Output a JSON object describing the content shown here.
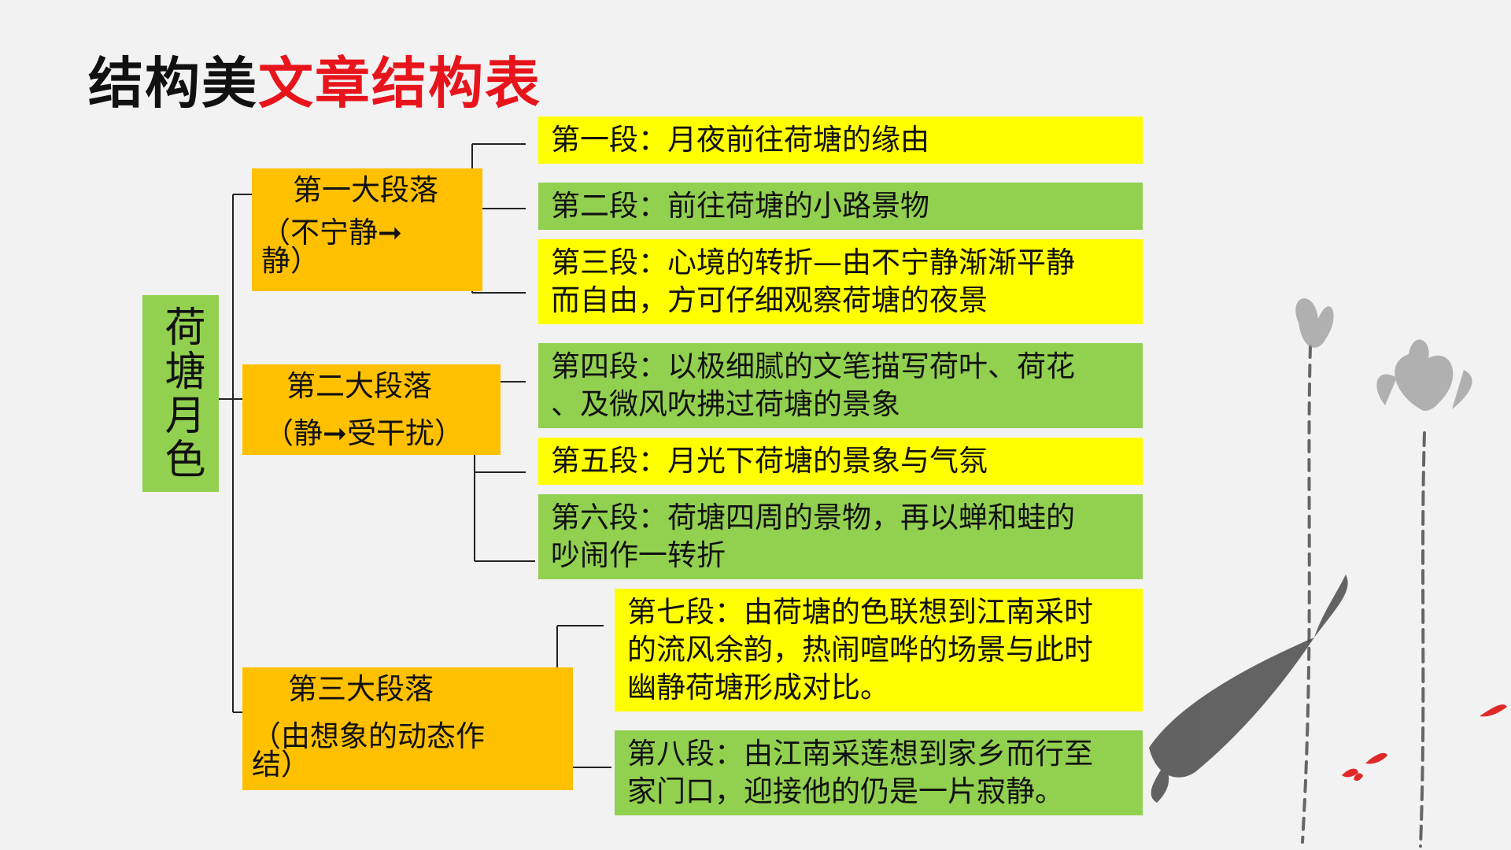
{
  "title": {
    "part1": "结构美",
    "part2": "文章结构表"
  },
  "root": "荷塘月色",
  "sections": [
    {
      "name": "第一大段落",
      "desc_line1": "（不宁静➞",
      "desc_line2": "静）"
    },
    {
      "name": "第二大段落",
      "desc": "（静➞受干扰）"
    },
    {
      "name": "第三大段落",
      "desc_line1": "（由想象的动态作",
      "desc_line2": "结）"
    }
  ],
  "paragraphs": [
    {
      "lines": [
        "第一段：月夜前往荷塘的缘由"
      ],
      "color": "#ffff00"
    },
    {
      "lines": [
        "第二段：前往荷塘的小路景物"
      ],
      "color": "#92d050"
    },
    {
      "lines": [
        "第三段：心境的转折—由不宁静渐渐平静",
        "而自由，方可仔细观察荷塘的夜景"
      ],
      "color": "#ffff00"
    },
    {
      "lines": [
        "第四段：以极细腻的文笔描写荷叶、荷花",
        "、及微风吹拂过荷塘的景象"
      ],
      "color": "#92d050"
    },
    {
      "lines": [
        "第五段：月光下荷塘的景象与气氛"
      ],
      "color": "#ffff00"
    },
    {
      "lines": [
        "第六段：荷塘四周的景物，再以蝉和蛙的",
        "吵闹作一转折"
      ],
      "color": "#92d050"
    },
    {
      "lines": [
        "第七段：由荷塘的色联想到江南采时",
        "的流风余韵，热闹喧哗的场景与此时",
        "幽静荷塘形成对比。"
      ],
      "color": "#ffff00"
    },
    {
      "lines": [
        "第八段：由江南采莲想到家乡而行至",
        "家门口，迎接他的仍是一片寂静。"
      ],
      "color": "#92d050"
    }
  ]
}
